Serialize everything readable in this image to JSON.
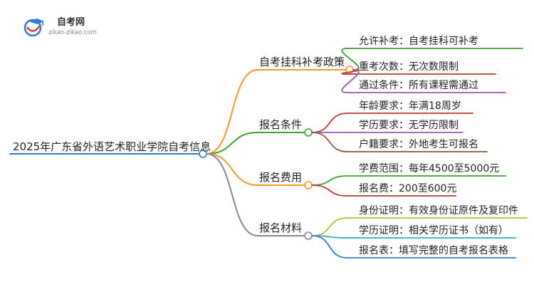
{
  "logo": {
    "title": "自考网",
    "subtitle": "zikao-zikao.com"
  },
  "mindmap": {
    "root": "2025年广东省外语艺术职业学院自考信息",
    "branches": [
      {
        "label": "自考挂科补考政策",
        "color": "#f59a23",
        "leaves": [
          {
            "text": "允许补考：自考挂科可补考",
            "color": "#3aa332"
          },
          {
            "text": "重考次数：无次数限制",
            "color": "#c0392b"
          },
          {
            "text": "通过条件：所有课程需通过",
            "color": "#9b59b6"
          }
        ]
      },
      {
        "label": "报名条件",
        "color": "#3aa332",
        "leaves": [
          {
            "text": "年龄要求：年满18周岁",
            "color": "#c0392b"
          },
          {
            "text": "学历要求：无学历限制",
            "color": "#9b59b6"
          },
          {
            "text": "户籍要求：外地考生可报名",
            "color": "#8b5a3c"
          }
        ]
      },
      {
        "label": "报名费用",
        "color": "#f59a23",
        "leaves": [
          {
            "text": "学费范围：每年4500至5000元",
            "color": "#3aa332"
          },
          {
            "text": "报名费：200至600元",
            "color": "#c0392b"
          }
        ]
      },
      {
        "label": "报名材料",
        "color": "#888888",
        "leaves": [
          {
            "text": "身份证明：有效身份证原件及复印件",
            "color": "#b5bd2e"
          },
          {
            "text": "学历证明：相关学历证书（如有）",
            "color": "#2bb3c0"
          },
          {
            "text": "报名表：填写完整的自考报名表格",
            "color": "#2d7dd2"
          }
        ]
      }
    ],
    "root_color": "#2d7dd2"
  }
}
